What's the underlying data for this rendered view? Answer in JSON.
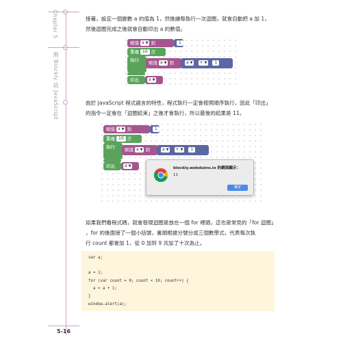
{
  "sidebar": {
    "chapter": "Chapter 5",
    "section": "用 Blockly 玩 JavaScript",
    "page_number": "5-16"
  },
  "paragraph1": {
    "line1": "接著，設定一個變數 a 的值為 1，然後讓每執行一次迴圈，就會自動把 a 加 1，",
    "line2": "然後迴圈完成之後就會自動印出 a 的數值。"
  },
  "paragraph2": {
    "line1": "由於 JavaScript 程式語言的特性，程式執行一定會按照順序執行，因此「印出」",
    "line2": "的指令一定會在「迴圈結束」之後才會執行，所以最後的結果是 11。"
  },
  "paragraph3": {
    "line1": "如果我們看程式碼，就會發現迴圈是放在一個 for 裡頭，這也是常見的「for 迴圈」",
    "line2": "，for 的後面接了一個小括號，裏頭根據分號分成三個數學式，代表每次執",
    "line3": "行 count 都會加 1，從 0 加到 9 共加了十次為止。"
  },
  "blocks1": {
    "assign_label": "賦值",
    "var": "a",
    "to_label": "到",
    "init_value": "1",
    "repeat_label": "重複",
    "repeat_count": "10",
    "times_label": "次",
    "do_label": "執行",
    "op": "+",
    "inc_value": "1",
    "print_label": "印出"
  },
  "blocks2": {
    "assign_label": "賦值",
    "var": "a",
    "to_label": "到",
    "init_value": "1",
    "repeat_label": "重複",
    "repeat_count": "10",
    "times_label": "次",
    "do_label": "執行",
    "op": "+",
    "inc_value": "1",
    "print_label": "印出"
  },
  "dialog": {
    "title": "blockly.webduino.io 的網頁顯示：",
    "message": "11",
    "ok_label": "確定"
  },
  "code": {
    "lines": [
      "var a;",
      "",
      "a = 1;",
      "for (var count = 0; count < 10; count++) {",
      "  a = a + 1;",
      "}",
      "window.alert(a);"
    ]
  },
  "colors": {
    "variable_block": "#a5568f",
    "loop_block": "#5aa35b",
    "print_block": "#5aa35b",
    "math_block": "#5b67a5",
    "code_background": "#fdf6dc",
    "sidebar_accent": "#c9a4c4",
    "dialog_button": "#4a8ae8"
  }
}
